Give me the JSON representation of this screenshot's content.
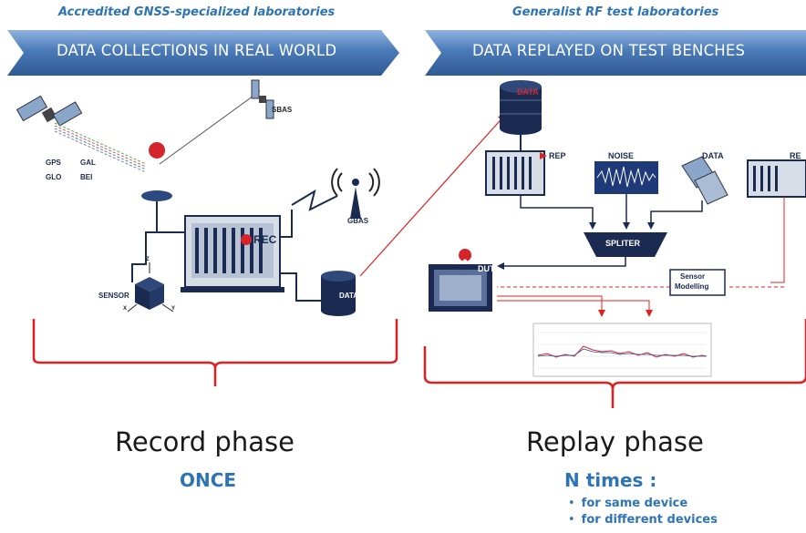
{
  "left": {
    "lab_title": "Accredited GNSS-specialized laboratories",
    "banner": "DATA COLLECTIONS IN REAL WORLD",
    "labels": {
      "sbas": "SBAS",
      "gps": "GPS",
      "gal": "GAL",
      "glo": "GLO",
      "bei": "BEI",
      "gbas": "GBAS",
      "rec": "REC",
      "sensor": "SENSOR",
      "data": "DATA",
      "axis_x": "X",
      "axis_y": "Y",
      "axis_z": "Z"
    },
    "phase": "Record phase",
    "frequency": "ONCE"
  },
  "right": {
    "lab_title": "Generalist RF test laboratories",
    "banner": "DATA REPLAYED ON TEST BENCHES",
    "labels": {
      "data_top": "DATA",
      "rep": "REP",
      "noise": "NOISE",
      "data_sat": "DATA",
      "re": "RE",
      "spliter": "SPLITER",
      "dut": "DUT",
      "sensor_modelling_1": "Sensor",
      "sensor_modelling_2": "Modelling"
    },
    "phase": "Replay phase",
    "frequency": "N times :",
    "bullets": [
      "for same device",
      "for different devices"
    ]
  },
  "colors": {
    "blue_text": "#2e74b5",
    "banner": "#4a7ab8",
    "bracket_red": "#e02020",
    "label_red": "#d6242b"
  },
  "icons": [
    "satellite-icon",
    "location-pin-icon",
    "antenna-icon",
    "database-icon",
    "rack-icon",
    "noise-icon"
  ]
}
